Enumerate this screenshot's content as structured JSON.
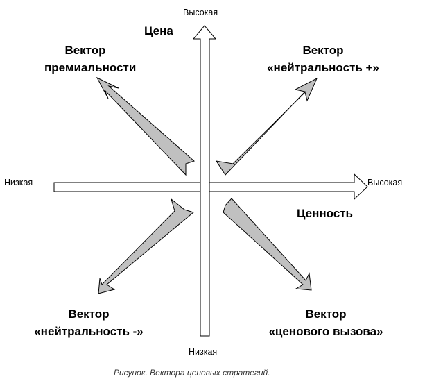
{
  "colors": {
    "vector_fill": "#c0c0c0",
    "stroke": "#000000",
    "axis_fill": "#ffffff"
  },
  "axes": {
    "y": {
      "title": "Цена",
      "high": "Высокая",
      "low": "Низкая"
    },
    "x": {
      "title": "Ценность",
      "high": "Высокая",
      "low": "Низкая"
    }
  },
  "vectors": {
    "top_left": {
      "line1": "Вектор",
      "line2": "премиальности"
    },
    "top_right": {
      "line1": "Вектор",
      "line2": "«нейтральность +»"
    },
    "bottom_left": {
      "line1": "Вектор",
      "line2": "«нейтральность -»"
    },
    "bottom_right": {
      "line1": "Вектор",
      "line2": "«ценового вызова»"
    }
  },
  "caption": "Рисунок. Вектора ценовых стратегий."
}
